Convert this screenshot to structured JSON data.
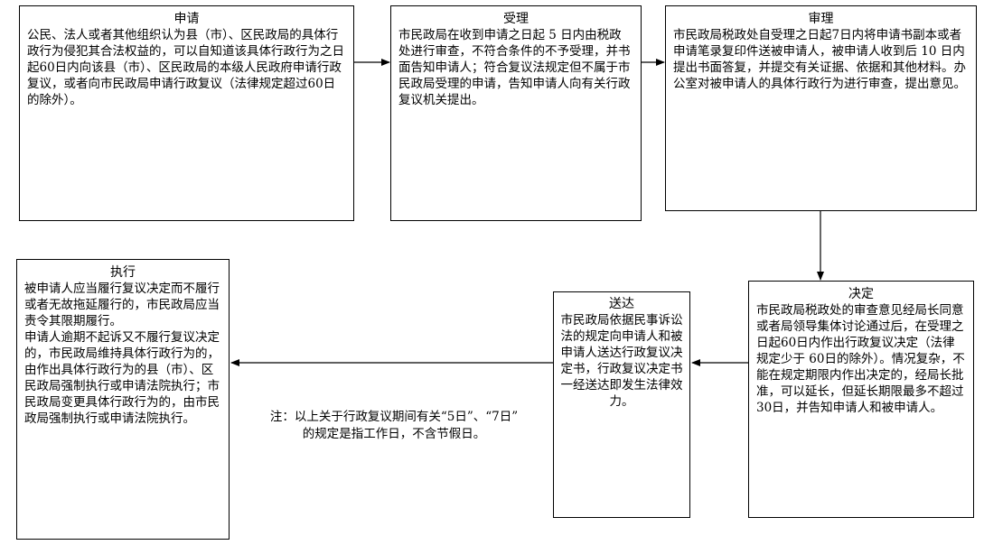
{
  "steps": {
    "apply": {
      "title": "申请",
      "text": "公民、法人或者其他组织认为县（市）、区民政局的具体行政行为侵犯其合法权益的，可以自知道该具体行政行为之日起60日内向该县（市）、区民政局的本级人民政府申请行政复议，或者向市民政局申请行政复议（法律规定超过60日的除外）。"
    },
    "accept": {
      "title": "受理",
      "text": "市民政局在收到申请之日起 5 日内由税政处进行审查，不符合条件的不予受理，并书面告知申请人；符合复议法规定但不属于市民政局受理的申请，告知申请人向有关行政复议机关提出。"
    },
    "review": {
      "title": "审理",
      "text": "市民政局税政处自受理之日起7日内将申请书副本或者申请笔录复印件送被申请人，被申请人收到后 10 日内提出书面答复，并提交有关证据、依据和其他材料。办公室对被申请人的具体行政行为进行审查，提出意见。"
    },
    "decide": {
      "title": "决定",
      "text": "市民政局税政处的审查意见经局长同意或者局领导集体讨论通过后，在受理之日起60日内作出行政复议决定（法律规定少于 60日的除外）。情况复杂，不能在规定期限内作出决定的，经局长批准，可以延长，但延长期限最多不超过30日，并告知申请人和被申请人。"
    },
    "deliver": {
      "title": "送达",
      "text": "市民政局依据民事诉讼法的规定向申请人和被申请人送达行政复议决定书，行政复议决定书一经送达即发生法律效力。"
    },
    "execute": {
      "title": "执行",
      "text": "被申请人应当履行复议决定而不履行或者无故拖延履行的，市民政局应当责令其限期履行。\n申请人逾期不起诉又不履行复议决定的，市民政局维持具体行政行为的，由作出具体行政行为的县（市）、区民政局强制执行或申请法院执行；市民政局变更具体行政行为的，由市民政局强制执行或申请法院执行。"
    }
  },
  "note": "注：以上关于行政复议期间有关“5日”、“7日”\n的规定是指工作日，不含节假日。"
}
